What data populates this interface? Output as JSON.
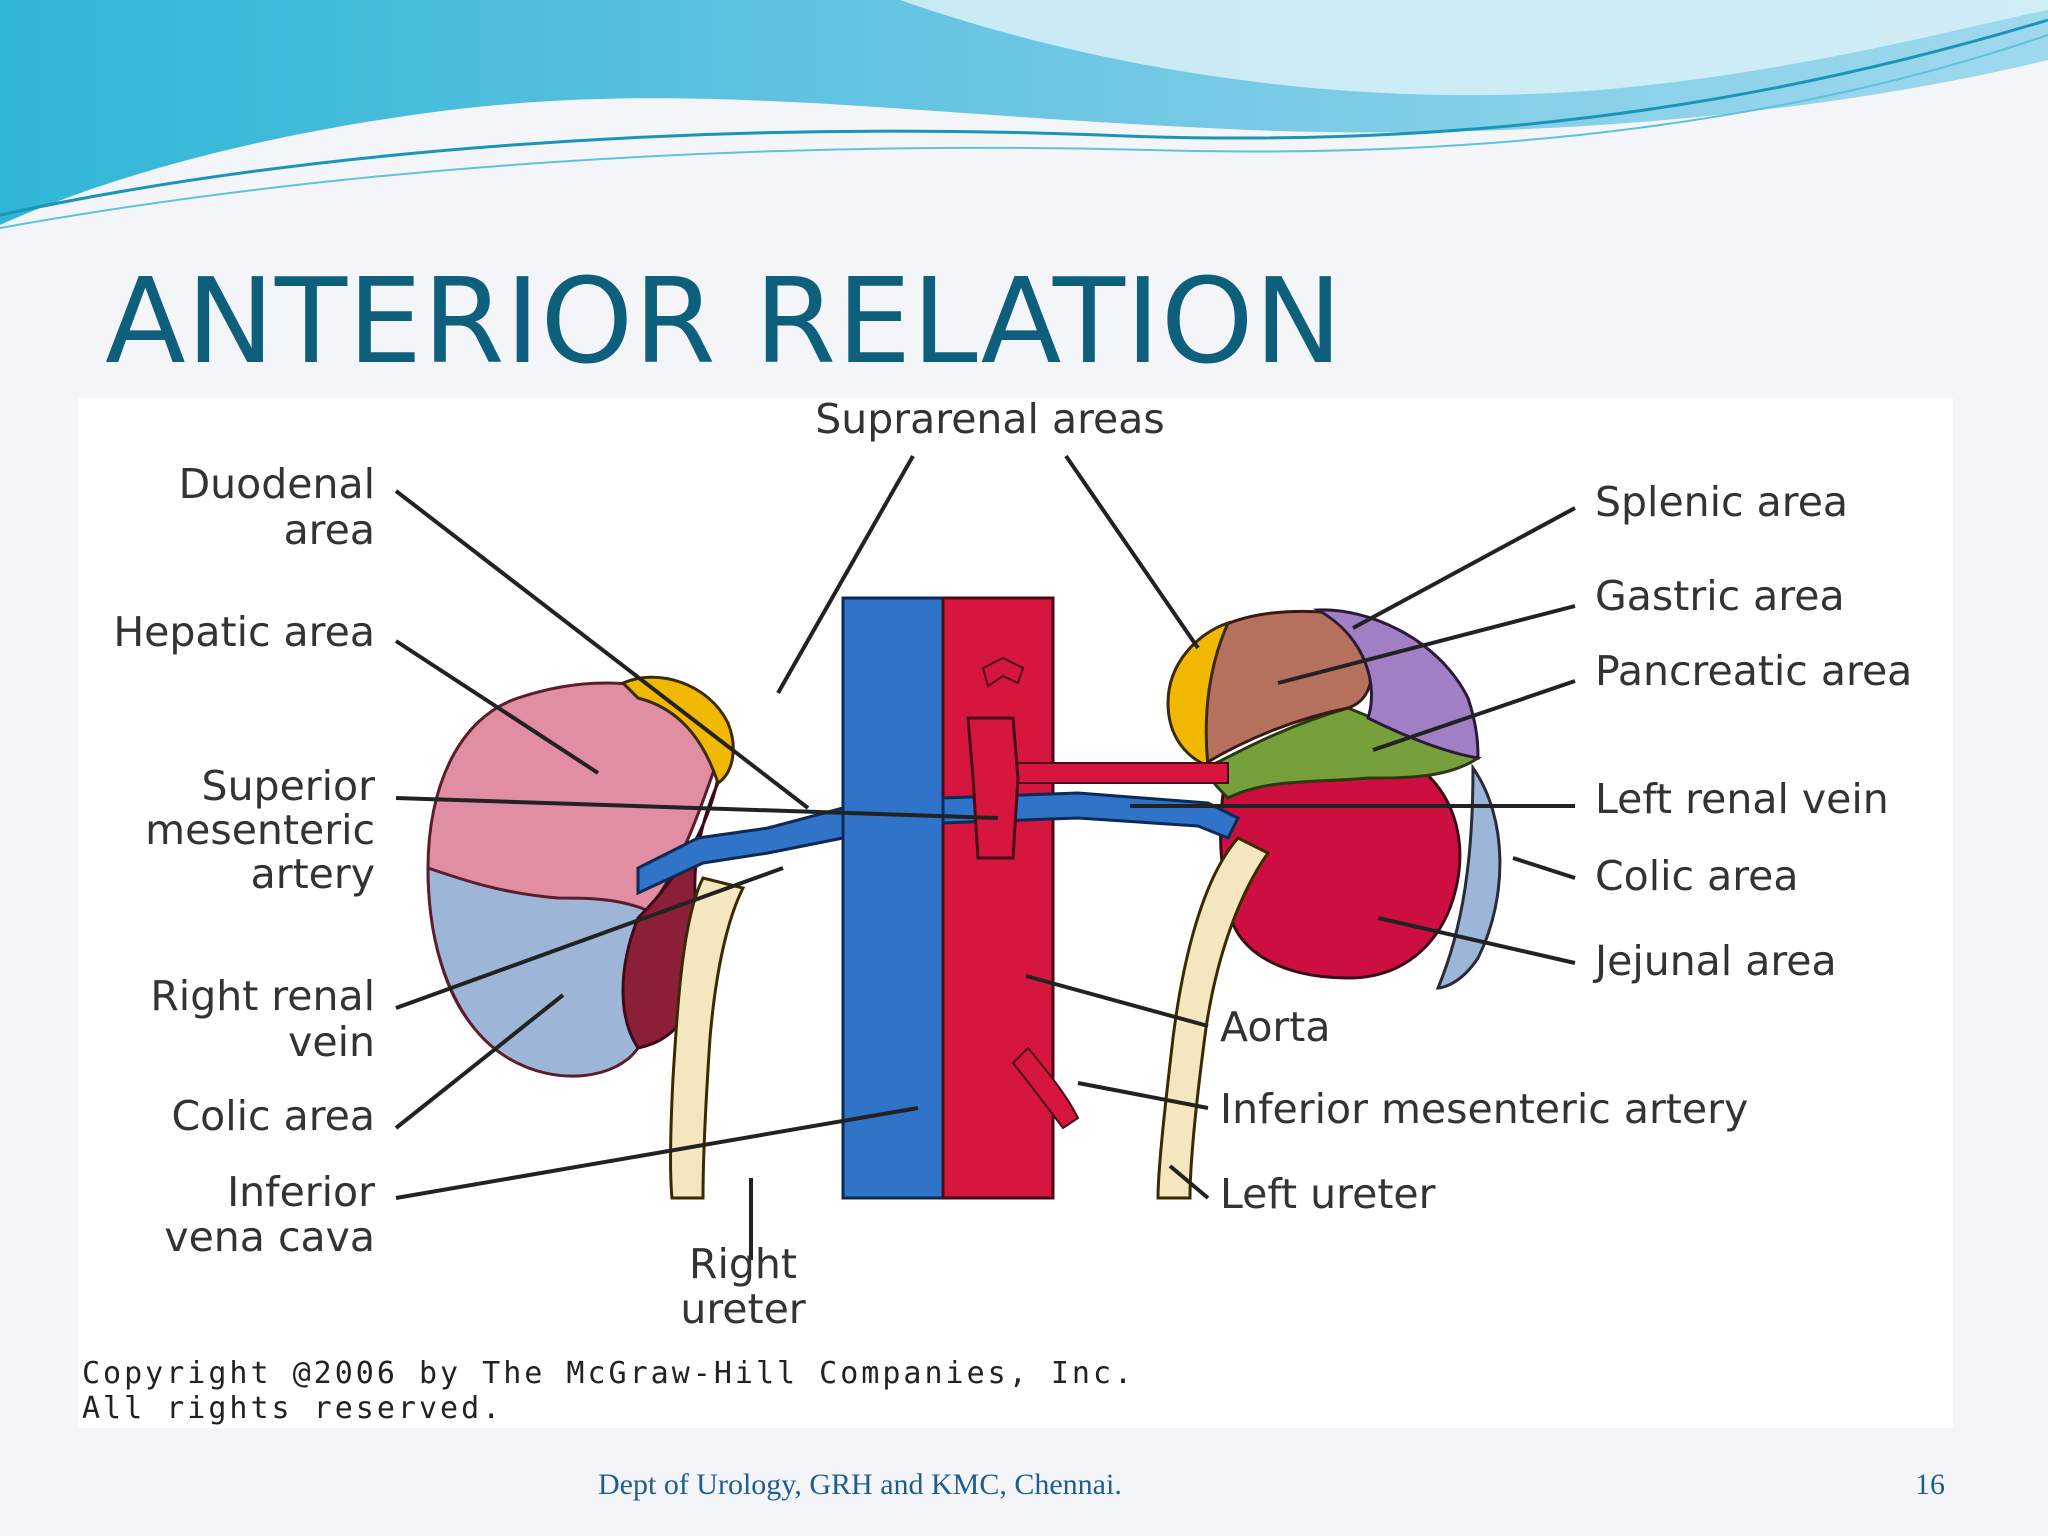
{
  "slide": {
    "title": "ANTERIOR RELATION",
    "footer": "Dept of Urology, GRH and KMC, Chennai.",
    "page_number": "16"
  },
  "figure": {
    "labels": {
      "suprarenal": "Suprarenal areas",
      "duodenal_1": "Duodenal",
      "duodenal_2": "area",
      "hepatic": "Hepatic area",
      "sma_1": "Superior",
      "sma_2": "mesenteric",
      "sma_3": "artery",
      "rrv_1": "Right renal",
      "rrv_2": "vein",
      "colic_right": "Colic area",
      "ivc_1": "Inferior",
      "ivc_2": "vena cava",
      "rureter_1": "Right",
      "rureter_2": "ureter",
      "splenic": "Splenic area",
      "gastric": "Gastric area",
      "pancreatic": "Pancreatic area",
      "lrv": "Left renal vein",
      "colic_left": "Colic area",
      "jejunal": "Jejunal area",
      "aorta": "Aorta",
      "ima": "Inferior mesenteric artery",
      "lureter": "Left ureter"
    },
    "copyright_1": "Copyright @2006 by The McGraw-Hill Companies, Inc.",
    "copyright_2": "All rights reserved.",
    "colors": {
      "vein": "#2f74c8",
      "artery": "#d6163f",
      "hepatic": "#e18ea3",
      "suprarenal": "#f0b800",
      "colic": "#9db6d8",
      "splenic": "#a07fc4",
      "gastric": "#b5705e",
      "pancreatic": "#78a03a",
      "jejunal": "#cc0f3e",
      "ureter": "#f4e6bf",
      "duodenal": "#8b1f38",
      "title": "#0d5f7c"
    }
  }
}
